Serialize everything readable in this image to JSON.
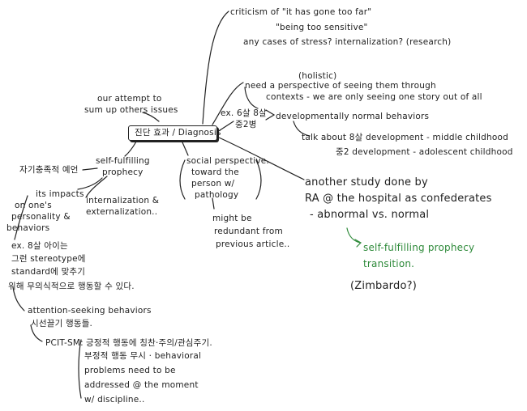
{
  "center": "진단 효과 / Diagnosis",
  "top": {
    "criticism": "criticism of \"it has gone too far\"",
    "sensitive": "\"being too sensitive\"",
    "stress": "any cases of stress? internalization? (research)"
  },
  "upper_left": [
    "our attempt to",
    "sum up others issues"
  ],
  "holistic": {
    "note": "(holistic)",
    "line1": "need a perspective of seeing them through",
    "line2": "contexts - we are only seeing one story out of all"
  },
  "developmental": {
    "ex": "ex. 6살 8살",
    "ex2": "중2병",
    "normal": "developmentally normal behaviors",
    "talk": "talk about 8살 development - middle childhood",
    "adolescent": "중2 development - adolescent childhood"
  },
  "self_fulfilling": {
    "title": [
      "self-fulfilling",
      "prophecy"
    ],
    "korean": "자기충족적 예언",
    "impacts": [
      "its impacts",
      "on one's",
      "personality &",
      "behaviors"
    ],
    "internalization": [
      "internalization &",
      "externalization.."
    ]
  },
  "social": [
    "social perspective.",
    "toward the",
    "person w/",
    "pathology"
  ],
  "redundant": [
    "might be",
    "redundant from",
    "previous article.."
  ],
  "study": [
    "another study done by",
    "RA @ the hospital as confederates",
    "- abnormal vs. normal"
  ],
  "green": [
    "self-fulfilling prophecy",
    "transition."
  ],
  "zimbardo": "(Zimbardo?)",
  "example": [
    "ex. 8살 아이는",
    "그런 stereotype에",
    "standard에 맞추기",
    "위해 무의식적으로 행동할 수 있다."
  ],
  "attention": [
    "attention-seeking behaviors",
    "시선끌기 행동들."
  ],
  "pcit": {
    "label": "PCIT-SM:",
    "lines": [
      "긍정적 행동에 칭찬·주의/관심주기.",
      "부정적 행동 무시 · behavioral",
      "problems need to be",
      "addressed @ the moment",
      "w/ discipline.."
    ]
  }
}
